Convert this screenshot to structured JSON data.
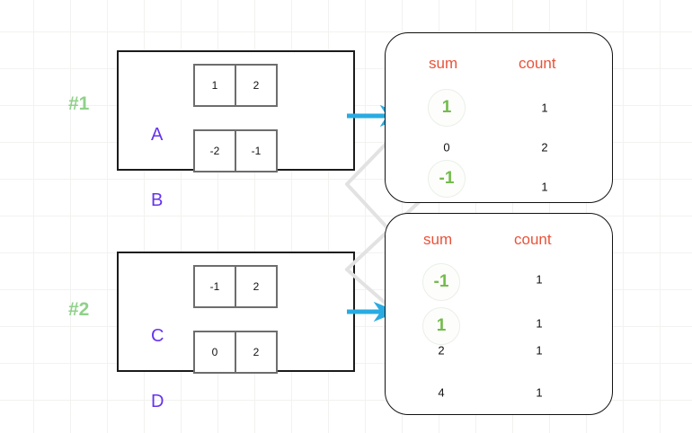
{
  "diagram": {
    "title": "grouped sum-count aggregation diagram",
    "colors": {
      "accent_arrow": "#29abe2",
      "header_text": "#e8533a",
      "row_label": "#6633ee",
      "group_label": "#8fd18a",
      "highlight_value": "#74bb4d",
      "panel_border": "#111111",
      "cell_border": "#6d6d6d"
    },
    "groups": [
      {
        "label": "#1",
        "rows": [
          {
            "name": "A",
            "cells": [
              "1",
              "2"
            ]
          },
          {
            "name": "B",
            "cells": [
              "-2",
              "-1"
            ]
          }
        ],
        "table": {
          "headers": {
            "sum": "sum",
            "count": "count"
          },
          "rows": [
            {
              "sum": "1",
              "count": "1",
              "highlight": true
            },
            {
              "sum": "0",
              "count": "2",
              "highlight": false
            },
            {
              "sum": "-1",
              "count": "1",
              "highlight": true
            }
          ]
        }
      },
      {
        "label": "#2",
        "rows": [
          {
            "name": "C",
            "cells": [
              "-1",
              "2"
            ]
          },
          {
            "name": "D",
            "cells": [
              "0",
              "2"
            ]
          }
        ],
        "table": {
          "headers": {
            "sum": "sum",
            "count": "count"
          },
          "rows": [
            {
              "sum": "-1",
              "count": "1",
              "highlight": true
            },
            {
              "sum": "1",
              "count": "1",
              "highlight": true
            },
            {
              "sum": "2",
              "count": "1",
              "highlight": false
            },
            {
              "sum": "4",
              "count": "1",
              "highlight": false
            }
          ]
        }
      }
    ]
  }
}
